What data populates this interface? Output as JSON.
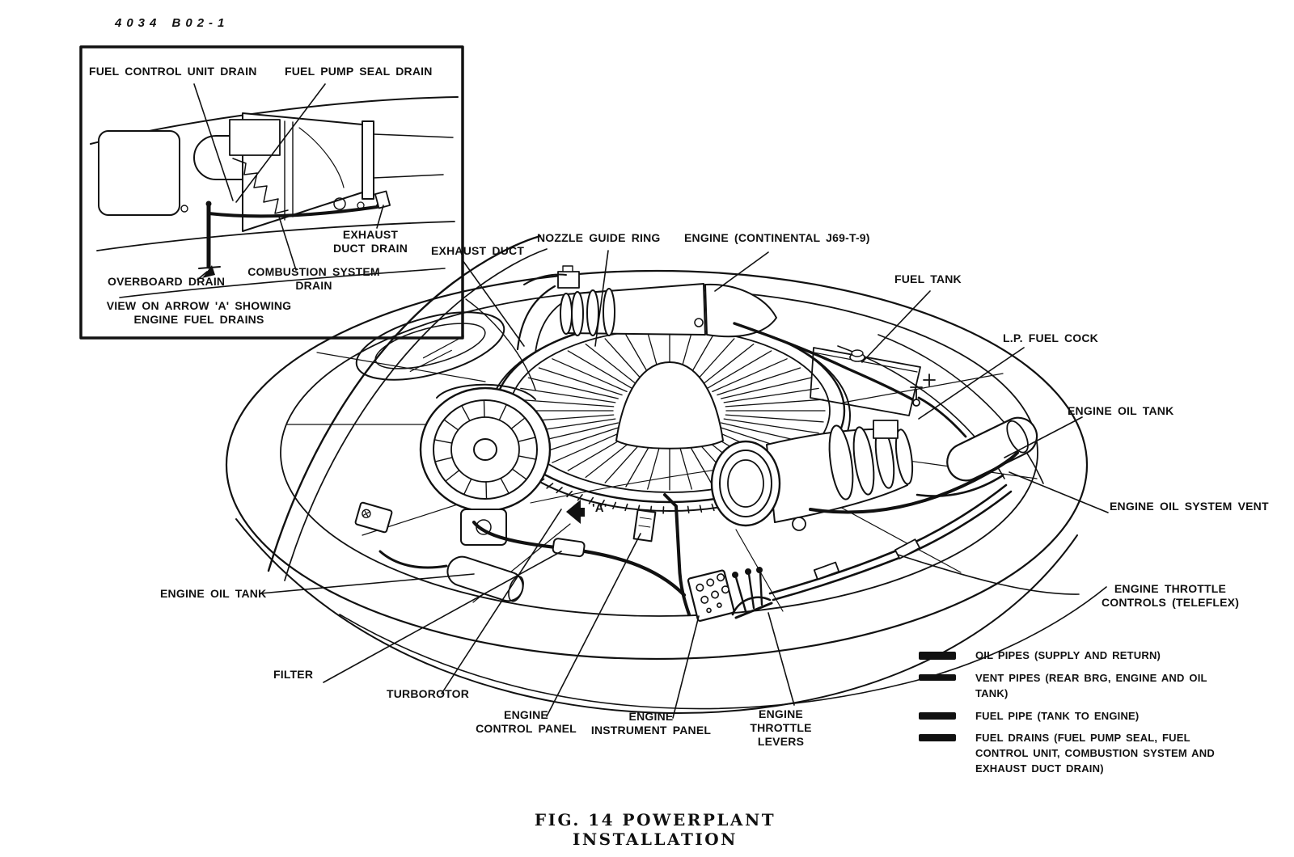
{
  "figure": {
    "doc_number": "4034 B02-1",
    "caption": "FIG. 14  POWERPLANT INSTALLATION"
  },
  "inset": {
    "labels": {
      "fuel_control_unit_drain": "FUEL CONTROL UNIT DRAIN",
      "fuel_pump_seal_drain": "FUEL PUMP SEAL DRAIN",
      "exhaust_duct_drain": "EXHAUST DUCT DRAIN",
      "overboard_drain": "OVERBOARD DRAIN",
      "combustion_system_drain": "COMBUSTION SYSTEM DRAIN",
      "view_note": "VIEW ON ARROW 'A' SHOWING ENGINE FUEL DRAINS"
    }
  },
  "callouts": {
    "exhaust_duct": "EXHAUST DUCT",
    "nozzle_guide_ring": "NOZZLE GUIDE RING",
    "engine": "ENGINE (CONTINENTAL J69-T-9)",
    "fuel_tank": "FUEL TANK",
    "lp_fuel_cock": "L.P. FUEL COCK",
    "engine_oil_tank_right": "ENGINE OIL TANK",
    "engine_oil_system_vent": "ENGINE OIL SYSTEM VENT",
    "engine_throttle_controls": "ENGINE THROTTLE CONTROLS (TELEFLEX)",
    "engine_oil_tank_left": "ENGINE OIL TANK",
    "filter": "FILTER",
    "turborotor": "TURBOROTOR",
    "engine_control_panel": "ENGINE CONTROL PANEL",
    "engine_instrument_panel": "ENGINE INSTRUMENT PANEL",
    "engine_throttle_levers": "ENGINE THROTTLE LEVERS",
    "view_arrow_marker": "'A'"
  },
  "legend": {
    "items": [
      {
        "swatch": "thick-bar",
        "label": "OIL PIPES (SUPPLY AND RETURN)"
      },
      {
        "swatch": "thick-bar",
        "label": "VENT PIPES (REAR BRG, ENGINE AND OIL TANK)"
      },
      {
        "swatch": "thick-bar",
        "label": "FUEL PIPE (TANK TO ENGINE)"
      },
      {
        "swatch": "thick-bar",
        "label": "FUEL DRAINS (FUEL PUMP SEAL, FUEL CONTROL UNIT, COMBUSTION SYSTEM AND EXHAUST DUCT DRAIN)"
      }
    ]
  },
  "colors": {
    "ink": "#111111",
    "paper": "#ffffff"
  }
}
